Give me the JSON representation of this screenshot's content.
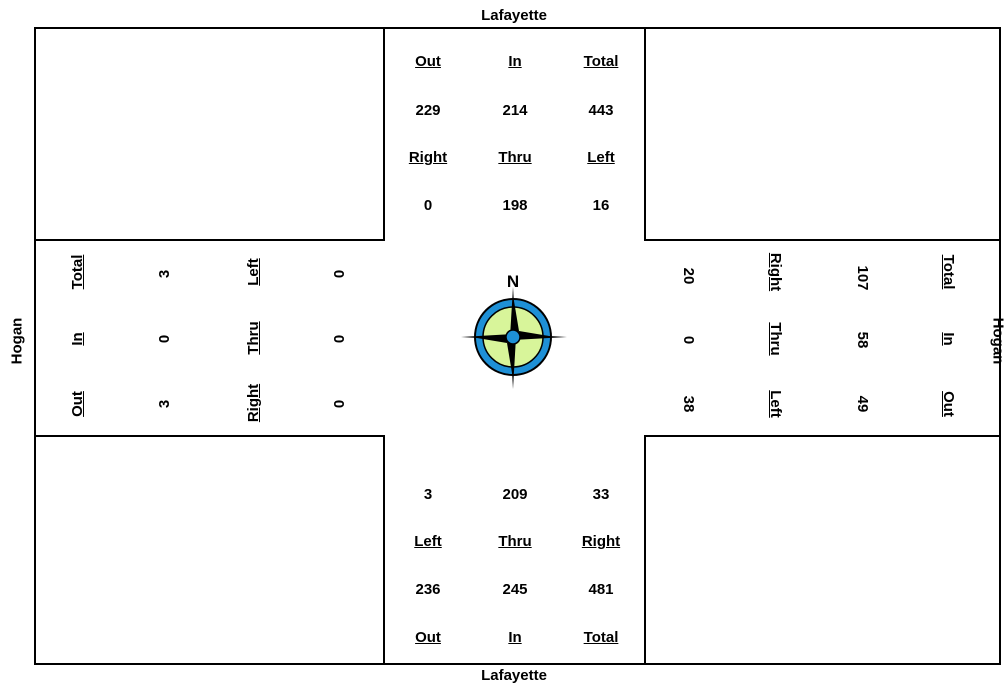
{
  "streets": {
    "north": "Lafayette",
    "south": "Lafayette",
    "west": "Hogan",
    "east": "Hogan"
  },
  "north_approach": {
    "header": {
      "out": "Out",
      "in": "In",
      "total": "Total"
    },
    "counts": {
      "out": "229",
      "in": "214",
      "total": "443"
    },
    "movement_labels": {
      "right": "Right",
      "thru": "Thru",
      "left": "Left"
    },
    "movements": {
      "right": "0",
      "thru": "198",
      "left": "16"
    }
  },
  "south_approach": {
    "movements": {
      "left": "3",
      "thru": "209",
      "right": "33"
    },
    "movement_labels": {
      "left": "Left",
      "thru": "Thru",
      "right": "Right"
    },
    "counts": {
      "out": "236",
      "in": "245",
      "total": "481"
    },
    "header": {
      "out": "Out",
      "in": "In",
      "total": "Total"
    }
  },
  "west_approach": {
    "header": {
      "total": "Total",
      "in": "In",
      "out": "Out"
    },
    "counts": {
      "total": "3",
      "in": "0",
      "out": "3"
    },
    "movement_labels": {
      "left": "Left",
      "thru": "Thru",
      "right": "Right"
    },
    "movements": {
      "left": "0",
      "thru": "0",
      "right": "0"
    }
  },
  "east_approach": {
    "movements": {
      "right": "20",
      "thru": "0",
      "left": "38"
    },
    "movement_labels": {
      "right": "Right",
      "thru": "Thru",
      "left": "Left"
    },
    "counts": {
      "total": "107",
      "in": "58",
      "out": "49"
    },
    "header": {
      "total": "Total",
      "in": "In",
      "out": "Out"
    }
  },
  "compass": {
    "north_label": "N",
    "icon": "compass-rose-icon",
    "colors": {
      "outer_ring": "#1e90d6",
      "inner_disc": "#d8f59a",
      "star": "#000000",
      "center": "#1e90d6"
    }
  }
}
